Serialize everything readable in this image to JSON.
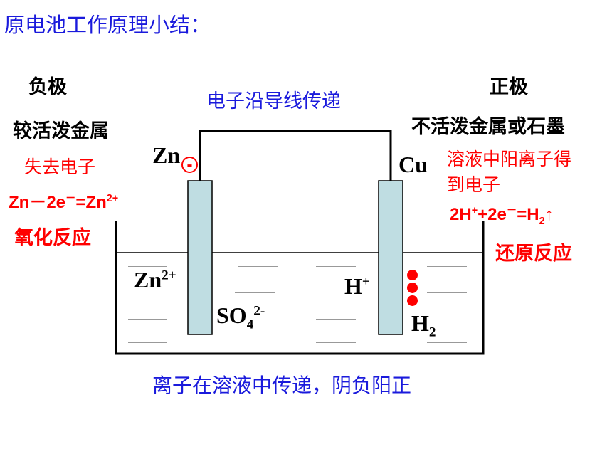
{
  "title": "原电池工作原理小结：",
  "left": {
    "electrode": "负极",
    "material": "较活泼金属",
    "process": "失去电子",
    "equation": {
      "a": "Zn－2e",
      "b": "－",
      "c": "=Zn",
      "d": "2+"
    },
    "reaction": "氧化反应"
  },
  "right": {
    "electrode": "正极",
    "material": "不活泼金属或石墨",
    "process_line1": "溶液中阳离子得",
    "process_line2": "到电子",
    "equation": {
      "a": "2H",
      "b": "+",
      "c": "+2e",
      "d": "－",
      "e": "=H",
      "f": "2",
      "g": "↑"
    },
    "reaction": "还原反应"
  },
  "wire_label": "电子沿导线传递",
  "bottom_label": "离子在溶液中传递，阴负阳正",
  "zn_label": "Zn",
  "minus_sign": "-",
  "cu_label": "Cu",
  "ions": {
    "zn": {
      "base": "Zn",
      "charge": "2+"
    },
    "so4": {
      "base": "SO",
      "sub": "4",
      "charge": "2-"
    },
    "h": {
      "base": "H",
      "charge": "+"
    },
    "h2": {
      "base": "H",
      "sub": "2"
    }
  },
  "colors": {
    "blue": "#1a1adc",
    "red": "#ff0000",
    "electrode": "#bfdde2"
  }
}
